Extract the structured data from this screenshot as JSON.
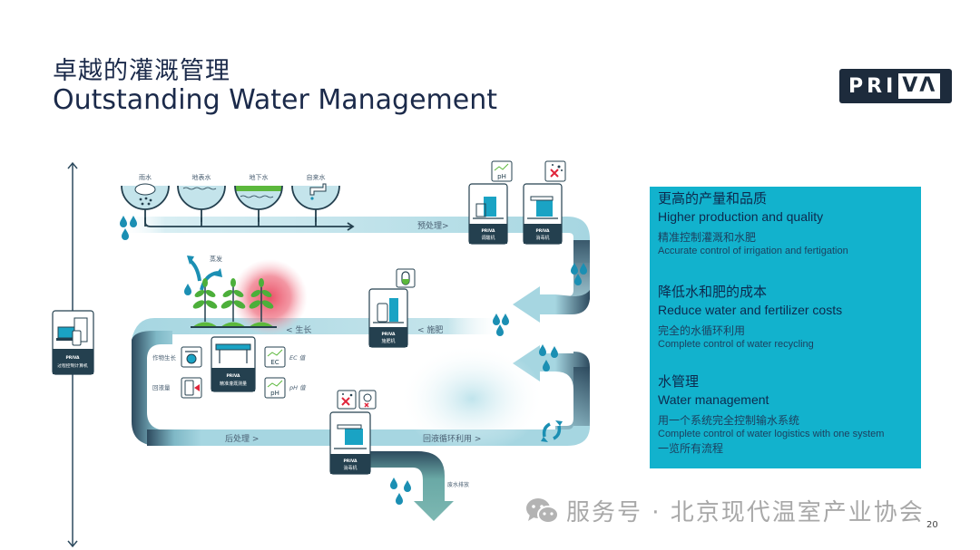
{
  "header": {
    "title_cn": "卓越的灌溉管理",
    "title_en": "Outstanding Water Management",
    "logo": {
      "left": "PRI",
      "right": "VΛ",
      "brand_color": "#1d2b3c"
    }
  },
  "diagram": {
    "water_sources": [
      {
        "label": "雨水",
        "icon": "rain-cloud-icon"
      },
      {
        "label": "地表水",
        "icon": "surface-water-icon"
      },
      {
        "label": "地下水",
        "icon": "groundwater-icon"
      },
      {
        "label": "自来水",
        "icon": "tap-icon"
      }
    ],
    "flow_labels": {
      "pretreatment": "预处理>",
      "fertigation": "< 施肥",
      "growth": "< 生长",
      "evaporation": "蒸发",
      "post_treatment": "后处理 >",
      "recycle": "回液循环利用 >",
      "drainage": "废水排放"
    },
    "machines": [
      {
        "brand": "PRIVA",
        "name": "调酸机",
        "badge": "pH",
        "icon": "ph-adjuster-icon"
      },
      {
        "brand": "PRIVA",
        "name": "消毒机",
        "badge": "disinfect",
        "icon": "disinfector-icon"
      },
      {
        "brand": "PRIVA",
        "name": "施肥机",
        "badge": "fertilizer",
        "icon": "fertilizer-unit-icon"
      },
      {
        "brand": "PRIVA",
        "name": "精准灌溉测量",
        "icon": "irrigation-meter-icon"
      },
      {
        "brand": "PRIVA",
        "name": "消毒机",
        "badge": "disinfect",
        "icon": "disinfector-icon"
      },
      {
        "brand": "PRIVA",
        "name": "过程控制计算机",
        "icon": "process-computer-icon"
      }
    ],
    "sensors": {
      "crop_growth": "作物生长",
      "drain_volume": "回液量",
      "ec_value": "EC 值",
      "ph_value": "pH 值",
      "ec_badge": "EC",
      "ph_badge": "pH"
    },
    "colors": {
      "pipe": "#a9d8e3",
      "pipe_dark": "#2d4a5e",
      "machine_dark": "#24404f",
      "accent": "#1aa3c4",
      "plant": "#3b9b3a"
    }
  },
  "panel": {
    "bg_color": "#12b2cd",
    "sections": [
      {
        "title_cn": "更高的产量和品质",
        "title_en": "Higher production and quality",
        "desc_cn": "精准控制灌溉和水肥",
        "desc_en": "Accurate control of irrigation and fertigation"
      },
      {
        "title_cn": "降低水和肥的成本",
        "title_en": "Reduce water and fertilizer costs",
        "desc_cn": "完全的水循环利用",
        "desc_en": "Complete control of water recycling"
      },
      {
        "title_cn": "水管理",
        "title_en": "Water management",
        "desc_cn": "用一个系统完全控制输水系统",
        "desc_en": "Complete control of water logistics with one system",
        "desc_cn2": "一览所有流程"
      }
    ]
  },
  "footer": {
    "watermark": "服务号 · 北京现代温室产业协会",
    "page_number": "20"
  }
}
